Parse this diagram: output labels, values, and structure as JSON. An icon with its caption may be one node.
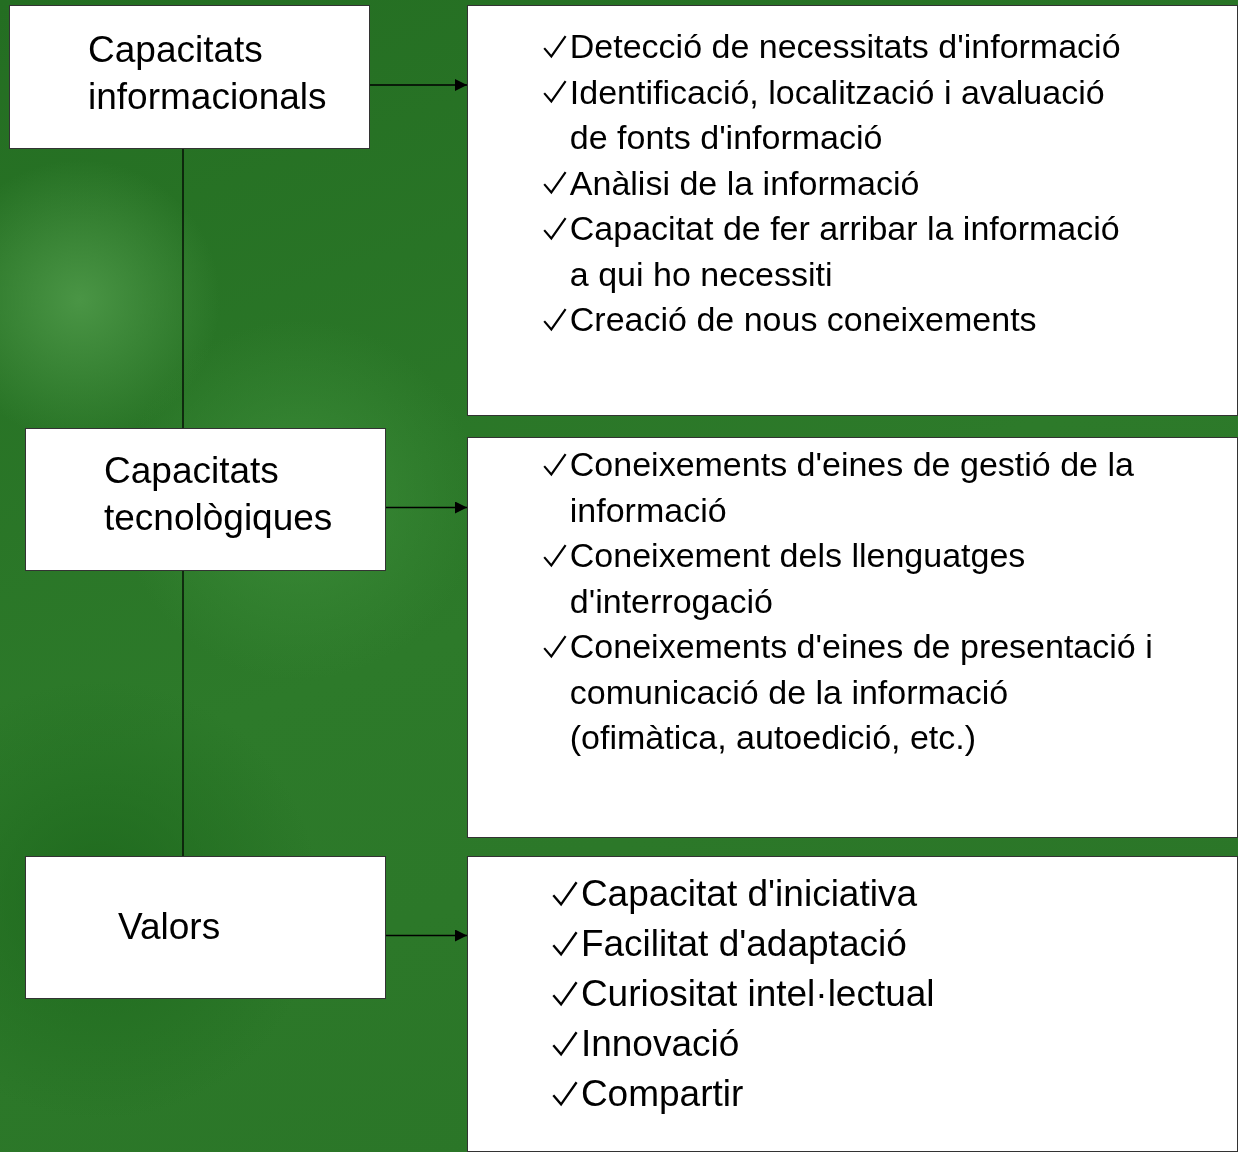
{
  "diagram": {
    "nodes": [
      {
        "text": [
          "Capacitats informacionals"
        ]
      },
      {
        "text": [
          "Detecció de necessitats d'informació",
          "Identificació, localització i avaluació de fonts d'informació",
          "Anàlisi de la informació",
          "Capacitat de fer arribar la informació a qui ho necessiti",
          "Creació de nous coneixements"
        ]
      },
      {
        "text": [
          "Capacitats tecnològiques"
        ]
      },
      {
        "text": [
          "Coneixements d'eines de gestió de la informació",
          "Coneixement dels llenguatges d'interrogació",
          "Coneixements d'eines de presentació i comunicació de la informació (ofimàtica, autoedició, etc.)"
        ]
      },
      {
        "text": [
          "Valors"
        ]
      },
      {
        "text": [
          "Capacitat d'iniciativa",
          "Facilitat d'adaptació",
          "Curiositat intel·lectual",
          "Innovació",
          "Compartir"
        ]
      }
    ],
    "edges": [
      {
        "from": 0,
        "to": 1,
        "arrow": "to"
      },
      {
        "from": 2,
        "to": 3,
        "arrow": "to"
      },
      {
        "from": 4,
        "to": 5,
        "arrow": "to"
      },
      {
        "from": 0,
        "to": 2,
        "arrow": "none"
      },
      {
        "from": 2,
        "to": 4,
        "arrow": "none"
      }
    ]
  }
}
